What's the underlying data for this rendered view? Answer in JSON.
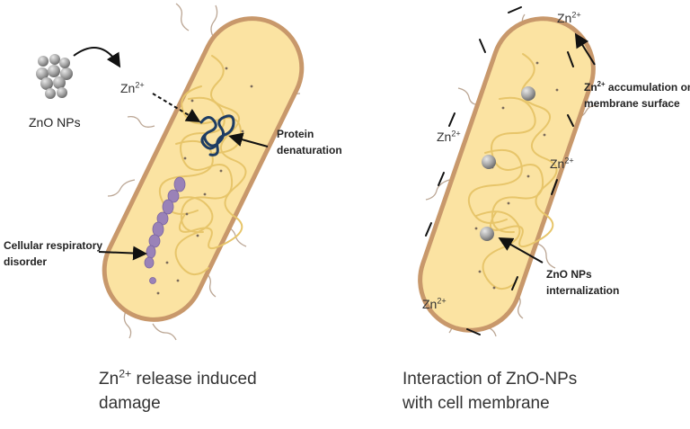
{
  "left_panel": {
    "zno_nps_label": "ZnO NPs",
    "zn_ion_base": "Zn",
    "zn_ion_sup": "2+",
    "protein_label_line1": "Protein",
    "protein_label_line2": "denaturation",
    "respiratory_label_line1": "Cellular respiratory",
    "respiratory_label_line2": "disorder",
    "caption_base": "Zn",
    "caption_sup": "2+",
    "caption_rest_line1": " release induced",
    "caption_line2": "damage"
  },
  "right_panel": {
    "zn_ion_base": "Zn",
    "zn_ion_sup": "2+",
    "accumulation_base": "Zn",
    "accumulation_sup": "2+",
    "accumulation_rest_line1": " accumulation on",
    "accumulation_line2": "membrane surface",
    "internalization_line1": "ZnO NPs",
    "internalization_line2": "internalization",
    "caption_line1": "Interaction of ZnO-NPs",
    "caption_line2": "with cell membrane"
  },
  "colors": {
    "cell_fill": "#fbe3a2",
    "cell_border": "#c8986b",
    "dna_strand": "#e7c56a",
    "protein": "#1d3c63",
    "respiratory_chain": "#9a82b8",
    "nanoparticle": "#9a9a9a",
    "flagella": "#bba694"
  }
}
